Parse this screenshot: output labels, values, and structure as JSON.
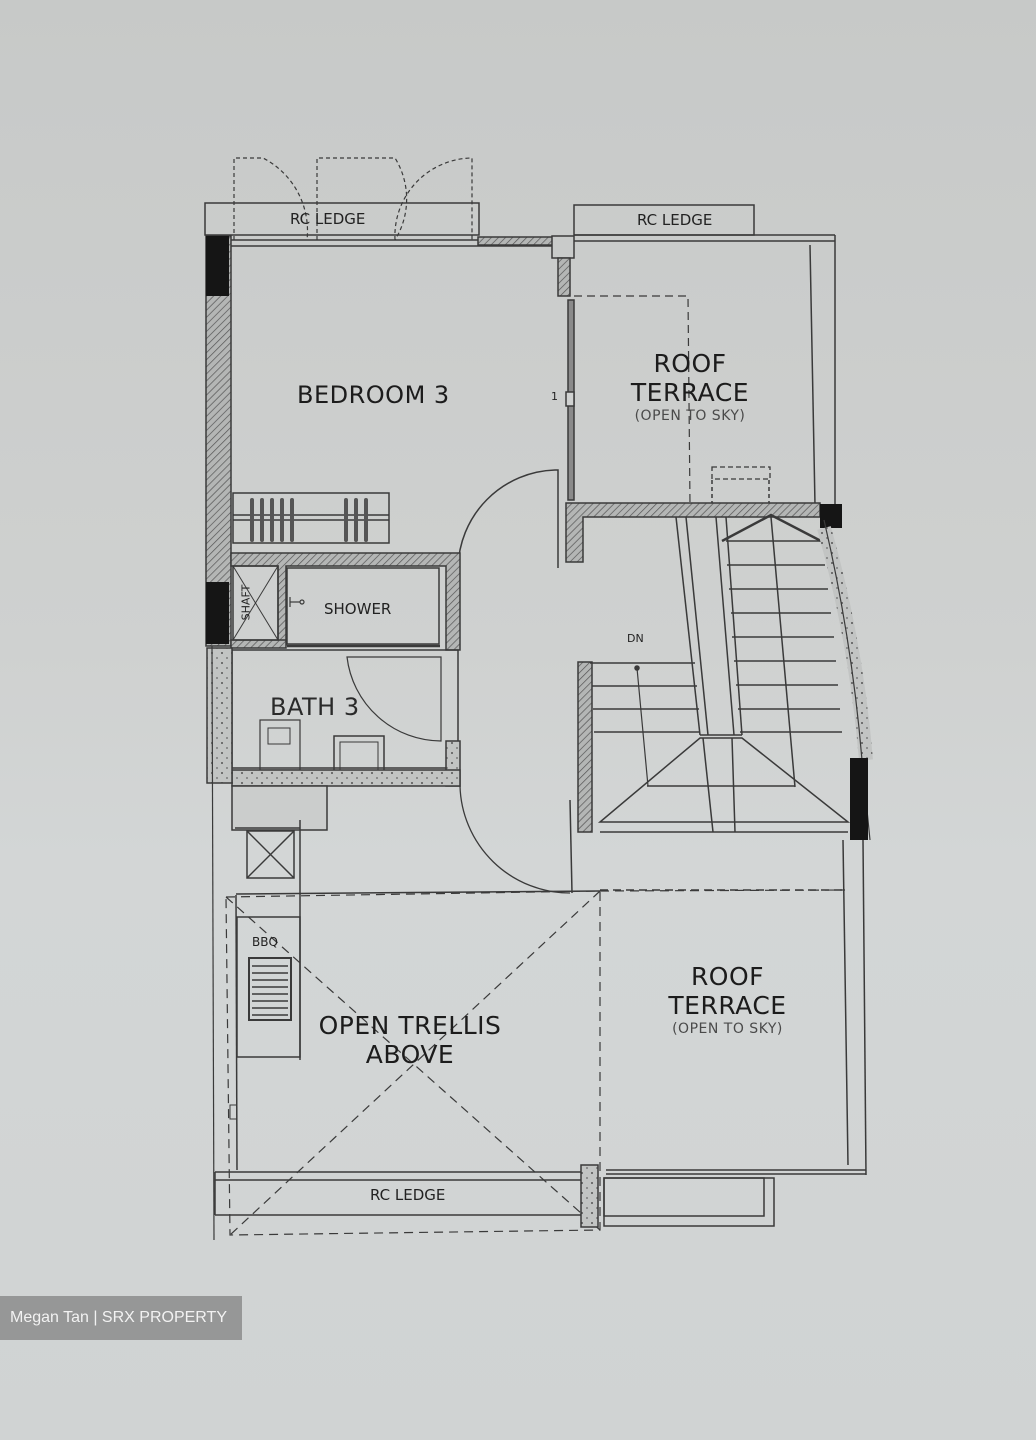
{
  "floor_plan": {
    "rooms": {
      "bedroom_3": {
        "label": "BEDROOM 3"
      },
      "roof_terrace_top": {
        "label_line1": "ROOF",
        "label_line2": "TERRACE",
        "note": "(OPEN TO SKY)"
      },
      "roof_terrace_bottom": {
        "label_line1": "ROOF",
        "label_line2": "TERRACE",
        "note": "(OPEN TO SKY)"
      },
      "bath_3": {
        "label": "BATH 3"
      },
      "shower": {
        "label": "SHOWER"
      },
      "shaft": {
        "label": "SHAFT"
      },
      "open_trellis": {
        "label_line1": "OPEN TRELLIS",
        "label_line2": "ABOVE"
      },
      "bbq": {
        "label": "BBQ"
      }
    },
    "ledges": {
      "top_left": "RC LEDGE",
      "top_right": "RC LEDGE",
      "bottom": "RC LEDGE"
    },
    "stair": {
      "direction_label": "DN"
    },
    "marker": {
      "label": "1"
    },
    "colors": {
      "line": "#3a3a3a",
      "solid_column": "#151515",
      "hatch": "#6d6d6d",
      "paper": "#cdd0cf"
    }
  },
  "watermark": {
    "text": "Megan Tan | SRX PROPERTY"
  }
}
